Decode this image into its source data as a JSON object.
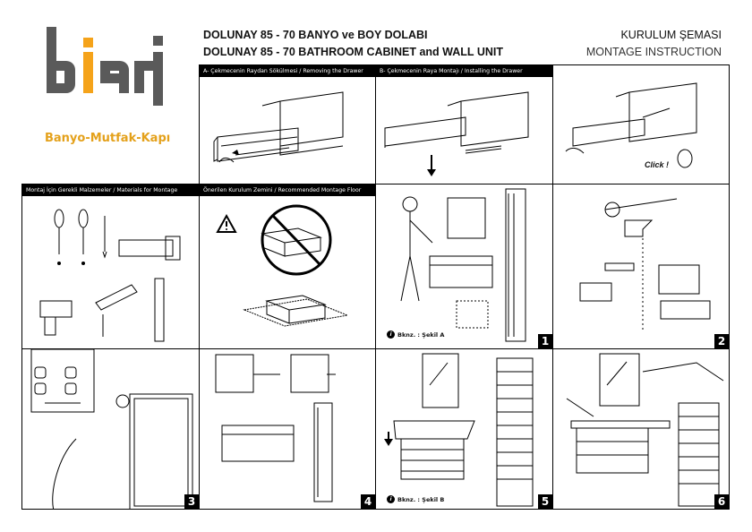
{
  "brand": {
    "logo_text": "biani",
    "tagline": "Banyo-Mutfak-Kapı",
    "colors": {
      "accent": "#f5a31a",
      "logo_grey": "#5a5a5a"
    }
  },
  "header": {
    "title_tr": "DOLUNAY 85 - 70 BANYO ve BOY DOLABI",
    "title_en": "DOLUNAY 85 - 70 BATHROOM CABINET and WALL UNIT",
    "schema_tr": "KURULUM ŞEMASI",
    "schema_en": "MONTAGE INSTRUCTION"
  },
  "panels": {
    "a_header": "A- Çekmecenin Raydan Sökülmesi / Removing the Drawer",
    "b_header": "B- Çekmecenin Raya Montajı / Installing the Drawer",
    "materials_header": "Montaj İçin Gerekli Malzemeler / Materials for Montage",
    "floor_header": "Önerilen Kurulum Zemini / Recommended Montage Floor",
    "click_label": "Click !",
    "note_a": "Bknz. : Şekil A",
    "note_b": "Bknz. : Şekil B",
    "step_numbers": [
      "1",
      "2",
      "3",
      "4",
      "5",
      "6"
    ]
  }
}
